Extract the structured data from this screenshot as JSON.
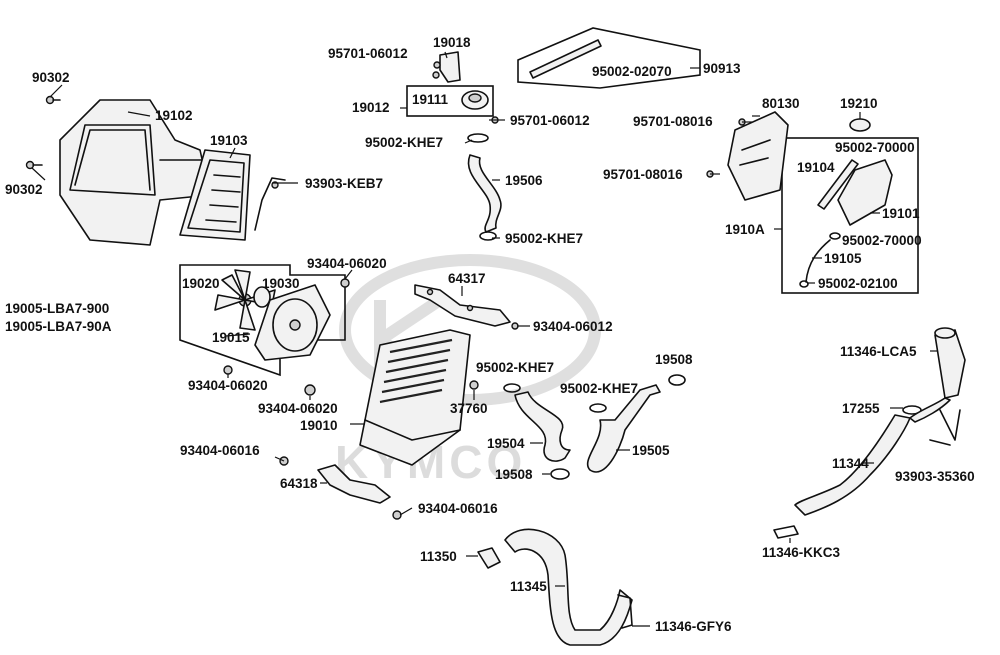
{
  "brand": {
    "watermark": "KYMCO",
    "watermark_color": "#d9d9d9"
  },
  "labels": [
    {
      "id": "l-90302-a",
      "text": "90302"
    },
    {
      "id": "l-90302-b",
      "text": "90302"
    },
    {
      "id": "l-19102",
      "text": "19102"
    },
    {
      "id": "l-19103",
      "text": "19103"
    },
    {
      "id": "l-93903-keb7",
      "text": "93903-KEB7"
    },
    {
      "id": "l-95701-06012-a",
      "text": "95701-06012"
    },
    {
      "id": "l-19018",
      "text": "19018"
    },
    {
      "id": "l-19012",
      "text": "19012"
    },
    {
      "id": "l-19111",
      "text": "19111"
    },
    {
      "id": "l-95701-06012-b",
      "text": "95701-06012"
    },
    {
      "id": "l-95002-khe7-a",
      "text": "95002-KHE7"
    },
    {
      "id": "l-19506",
      "text": "19506"
    },
    {
      "id": "l-95002-khe7-b",
      "text": "95002-KHE7"
    },
    {
      "id": "l-95002-02070",
      "text": "95002-02070"
    },
    {
      "id": "l-90913",
      "text": "90913"
    },
    {
      "id": "l-95701-08016-a",
      "text": "95701-08016"
    },
    {
      "id": "l-80130",
      "text": "80130"
    },
    {
      "id": "l-19210",
      "text": "19210"
    },
    {
      "id": "l-95002-70000-a",
      "text": "95002-70000"
    },
    {
      "id": "l-19104",
      "text": "19104"
    },
    {
      "id": "l-95701-08016-b",
      "text": "95701-08016"
    },
    {
      "id": "l-19101",
      "text": "19101"
    },
    {
      "id": "l-1910a",
      "text": "1910A"
    },
    {
      "id": "l-95002-70000-b",
      "text": "95002-70000"
    },
    {
      "id": "l-19105",
      "text": "19105"
    },
    {
      "id": "l-95002-02100",
      "text": "95002-02100"
    },
    {
      "id": "l-93404-06020-a",
      "text": "93404-06020"
    },
    {
      "id": "l-64317",
      "text": "64317"
    },
    {
      "id": "l-19020",
      "text": "19020"
    },
    {
      "id": "l-19030",
      "text": "19030"
    },
    {
      "id": "l-19005-lba7-900",
      "text": "19005-LBA7-900"
    },
    {
      "id": "l-19005-lba7-90a",
      "text": "19005-LBA7-90A"
    },
    {
      "id": "l-19015",
      "text": "19015"
    },
    {
      "id": "l-93404-06012",
      "text": "93404-06012"
    },
    {
      "id": "l-11346-lca5",
      "text": "11346-LCA5"
    },
    {
      "id": "l-93404-06020-b",
      "text": "93404-06020"
    },
    {
      "id": "l-95002-khe7-c",
      "text": "95002-KHE7"
    },
    {
      "id": "l-19508-a",
      "text": "19508"
    },
    {
      "id": "l-95002-khe7-d",
      "text": "95002-KHE7"
    },
    {
      "id": "l-93404-06020-c",
      "text": "93404-06020"
    },
    {
      "id": "l-37760",
      "text": "37760"
    },
    {
      "id": "l-17255",
      "text": "17255"
    },
    {
      "id": "l-19010",
      "text": "19010"
    },
    {
      "id": "l-19504",
      "text": "19504"
    },
    {
      "id": "l-19505",
      "text": "19505"
    },
    {
      "id": "l-93404-06016-a",
      "text": "93404-06016"
    },
    {
      "id": "l-11344",
      "text": "11344"
    },
    {
      "id": "l-19508-b",
      "text": "19508"
    },
    {
      "id": "l-93903-35360",
      "text": "93903-35360"
    },
    {
      "id": "l-64318",
      "text": "64318"
    },
    {
      "id": "l-93404-06016-b",
      "text": "93404-06016"
    },
    {
      "id": "l-11346-kkc3",
      "text": "11346-KKC3"
    },
    {
      "id": "l-11350",
      "text": "11350"
    },
    {
      "id": "l-11345",
      "text": "11345"
    },
    {
      "id": "l-11346-gfy6",
      "text": "11346-GFY6"
    }
  ]
}
